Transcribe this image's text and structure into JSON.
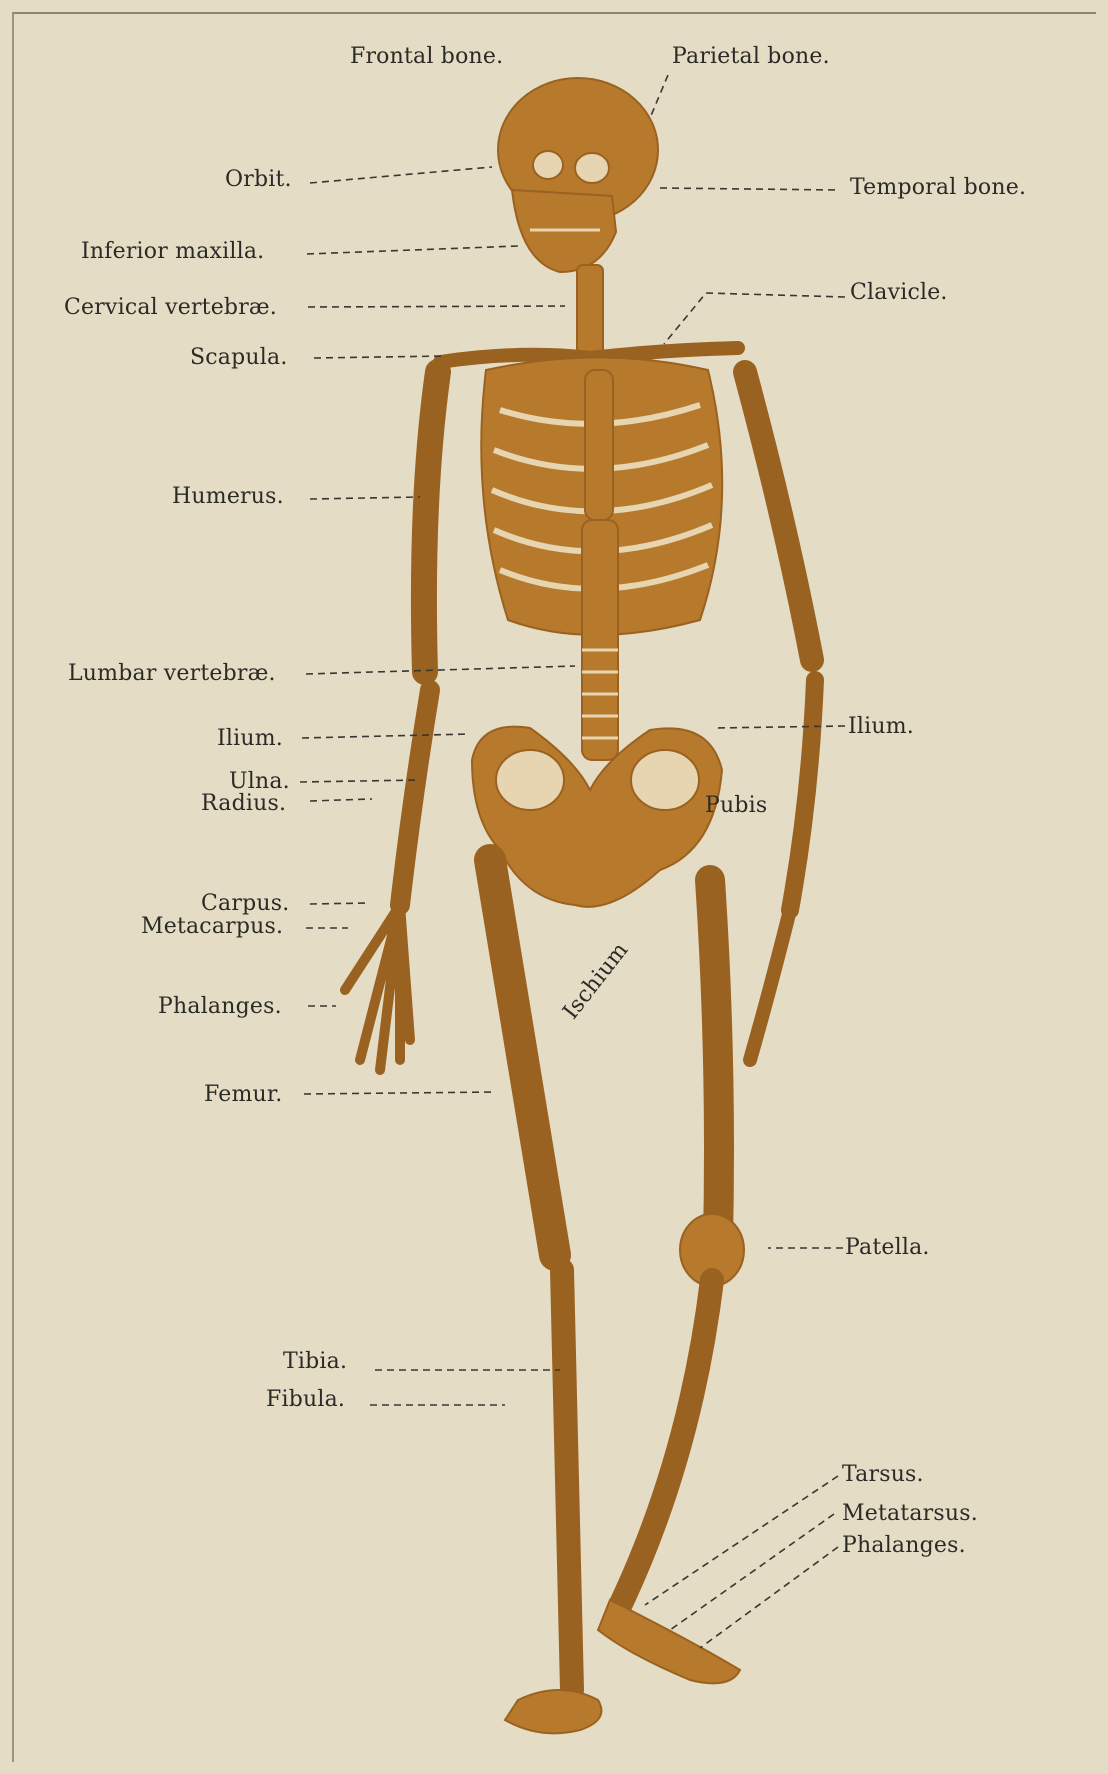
{
  "colors": {
    "paper": "#e4dcc4",
    "bone": "#b77a2c",
    "bone_shade": "#9a6220",
    "bone_light": "#e7d5b2",
    "ink": "#2c2a26"
  },
  "labels": {
    "frontal_bone": "Frontal bone.",
    "parietal_bone": "Parietal bone.",
    "orbit": "Orbit.",
    "temporal_bone": "Temporal bone.",
    "inferior_maxilla": "Inferior maxilla.",
    "cervical_vertebrae": "Cervical vertebræ.",
    "clavicle": "Clavicle.",
    "scapula": "Scapula.",
    "humerus": "Humerus.",
    "lumbar_vertebrae": "Lumbar vertebræ.",
    "ilium_left": "Ilium.",
    "ilium_right": "Ilium.",
    "ulna": "Ulna.",
    "radius": "Radius.",
    "pubis": "Pubis",
    "carpus": "Carpus.",
    "metacarpus": "Metacarpus.",
    "ischium": "Ischium",
    "phalanges_hand": "Phalanges.",
    "femur": "Femur.",
    "patella": "Patella.",
    "tibia": "Tibia.",
    "fibula": "Fibula.",
    "tarsus": "Tarsus.",
    "metatarsus": "Metatarsus.",
    "phalanges_foot": "Phalanges."
  }
}
